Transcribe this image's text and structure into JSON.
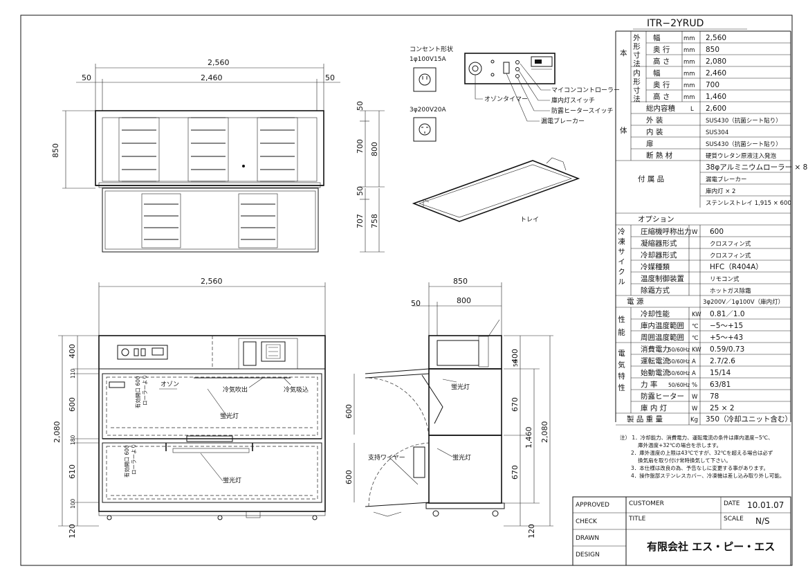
{
  "model": "ITR−2YRUD",
  "dims": {
    "w_2560": "2,560",
    "w_2460": "2,460",
    "m_50": "50",
    "d_850": "850",
    "d_800": "800",
    "h_700": "700",
    "h_707": "707",
    "h_758": "758",
    "h_400": "400",
    "h_110": "110",
    "h_600": "600",
    "h_610": "610",
    "h_100": "100",
    "h_120": "120",
    "h_2080": "2,080",
    "h_670": "670",
    "h_1460": "1,460",
    "h_180": "180"
  },
  "outlets": {
    "title": "コンセント形状",
    "o1": "1φ100V15A",
    "o2": "3φ200V20A"
  },
  "panel_labels": {
    "ozone": "オゾンタイマー",
    "micro": "マイコンコントローラー",
    "lamp": "庫内灯スイッチ",
    "heater": "防露ヒータースイッチ",
    "breaker": "漏電ブレーカー"
  },
  "tray_label": "トレイ",
  "front_labels": {
    "ozone": "オゾン",
    "exhaust": "冷気吹出",
    "intake": "冷気吸込",
    "fluor1": "蛍光灯",
    "fluor2": "蛍光灯",
    "opening1": "有効開口 600",
    "opening1b": "ローラーより",
    "opening2": "有効開口 600",
    "opening2b": "ローラーより"
  },
  "side_labels": {
    "fluor1": "蛍光灯",
    "fluor2": "蛍光灯",
    "wire": "支持ワイヤー"
  },
  "spec": {
    "main_label_1": "本",
    "main_label_2": "体",
    "outer_dims_label": "外形寸法",
    "inner_dims_label": "内形寸法",
    "rows": [
      {
        "label": "幅",
        "unit": "mm",
        "value": "2,560"
      },
      {
        "label": "奥 行",
        "unit": "mm",
        "value": "850"
      },
      {
        "label": "高 さ",
        "unit": "mm",
        "value": "2,080"
      },
      {
        "label": "幅",
        "unit": "mm",
        "value": "2,460"
      },
      {
        "label": "奥 行",
        "unit": "mm",
        "value": "700"
      },
      {
        "label": "高 さ",
        "unit": "mm",
        "value": "1,460"
      }
    ],
    "body_rows": [
      {
        "label": "総内容積",
        "unit": "L",
        "value": "2,600"
      },
      {
        "label": "外 装",
        "unit": "",
        "value": "SUS430（抗菌シート貼り）"
      },
      {
        "label": "内 装",
        "unit": "",
        "value": "SUS304"
      },
      {
        "label": "扉",
        "unit": "",
        "value": "SUS430（抗菌シート貼り）"
      },
      {
        "label": "断 熱 材",
        "unit": "",
        "value": "硬質ウレタン原液注入発泡"
      }
    ],
    "accessory_label": "付 属 品",
    "accessories": [
      "38φアルミニウムローラー × 8",
      "漏電ブレーカー",
      "庫内灯 × 2",
      "ステンレストレイ 1,915 × 600"
    ],
    "option_label": "オプション",
    "cycle_label": "冷凍サイクル",
    "cycle_rows": [
      {
        "label": "圧縮機呼称出力",
        "unit": "W",
        "value": "600"
      },
      {
        "label": "凝縮器形式",
        "unit": "",
        "value": "クロスフィン式"
      },
      {
        "label": "冷却器形式",
        "unit": "",
        "value": "クロスフィン式"
      },
      {
        "label": "冷媒種類",
        "unit": "",
        "value": "HFC（R404A）"
      },
      {
        "label": "温度制御装置",
        "unit": "",
        "value": "リモコン式"
      },
      {
        "label": "除霜方式",
        "unit": "",
        "value": "ホットガス除霜"
      }
    ],
    "power_label": "電 源",
    "power_value": "3φ200V／1φ100V（庫内灯）",
    "perf_label": "性能",
    "perf_rows": [
      {
        "label": "冷却性能",
        "unit": "KW",
        "value": "0.81／1.0"
      },
      {
        "label": "庫内温度範囲",
        "unit": "℃",
        "value": "−5〜+15"
      },
      {
        "label": "周囲温度範囲",
        "unit": "℃",
        "value": "+5〜+43"
      }
    ],
    "elec_label": "電気特性",
    "elec_rows": [
      {
        "label": "消費電力",
        "sub": "50/60Hz",
        "unit": "KW",
        "value": "0.59/0.73"
      },
      {
        "label": "運転電流",
        "sub": "50/60Hz",
        "unit": "A",
        "value": "2.7/2.6"
      },
      {
        "label": "始動電流",
        "sub": "50/60Hz",
        "unit": "A",
        "value": "15/14"
      },
      {
        "label": "力 率",
        "sub": "50/60Hz",
        "unit": "%",
        "value": "63/81"
      },
      {
        "label": "防露ヒーター",
        "sub": "",
        "unit": "W",
        "value": "78"
      },
      {
        "label": "庫 内 灯",
        "sub": "",
        "unit": "W",
        "value": "25 × 2"
      }
    ],
    "weight_label": "製 品 重 量",
    "weight_unit": "Kg",
    "weight_value": "350（冷却ユニット含む）"
  },
  "notes": [
    "注） 1．冷却能力、消費電力、運転電流の条件は庫内温度−5℃、",
    "庫外温度+32℃の場合を示します。",
    "2．庫外温度の上限は43℃ですが、32℃を超える場合は必ず",
    "換気扇を取り付け常時換気して下さい。",
    "3．本仕様は改良の為、予告なしに変更する事があります。",
    "4．操作盤部ステンレスカバー、冷凍機は差し込み取り外し可能。"
  ],
  "title_block": {
    "approved": "APPROVED",
    "check": "CHECK",
    "drawn": "DRAWN",
    "design": "DESIGN",
    "customer": "CUSTOMER",
    "title": "TITLE",
    "date_label": "DATE",
    "date": "10.01.07",
    "scale_label": "SCALE",
    "scale": "N/S",
    "company": "有限会社 エス・ピー・エス"
  }
}
